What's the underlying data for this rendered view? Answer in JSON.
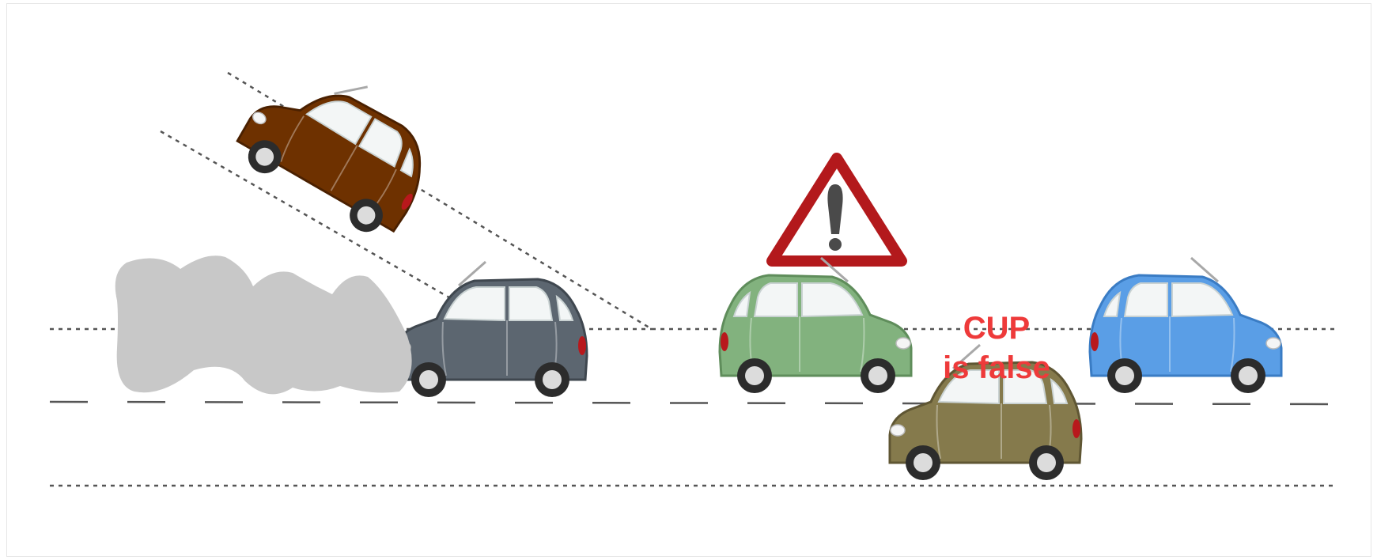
{
  "diagram": {
    "label": {
      "line1": "CUP",
      "line2": "is false",
      "color": "#ee3a3a"
    },
    "colors": {
      "road_line": "#555555",
      "cloud": "#c8c8c8",
      "warning_border": "#b3191c",
      "warning_fill": "#ffffff",
      "warning_mark": "#4a4a4a"
    },
    "cars": [
      {
        "name": "brown-car",
        "body": "#6e3100",
        "dark": "#4a2000"
      },
      {
        "name": "slate-car",
        "body": "#5c6670",
        "dark": "#3f474f"
      },
      {
        "name": "green-car",
        "body": "#82b27e",
        "dark": "#5f8d5b"
      },
      {
        "name": "olive-car",
        "body": "#857a4c",
        "dark": "#5f5633"
      },
      {
        "name": "blue-car",
        "body": "#5a9ee6",
        "dark": "#3a7cc4"
      }
    ],
    "icons": {
      "warning": "warning-triangle-icon",
      "cloud": "smoke-cloud-icon"
    }
  }
}
